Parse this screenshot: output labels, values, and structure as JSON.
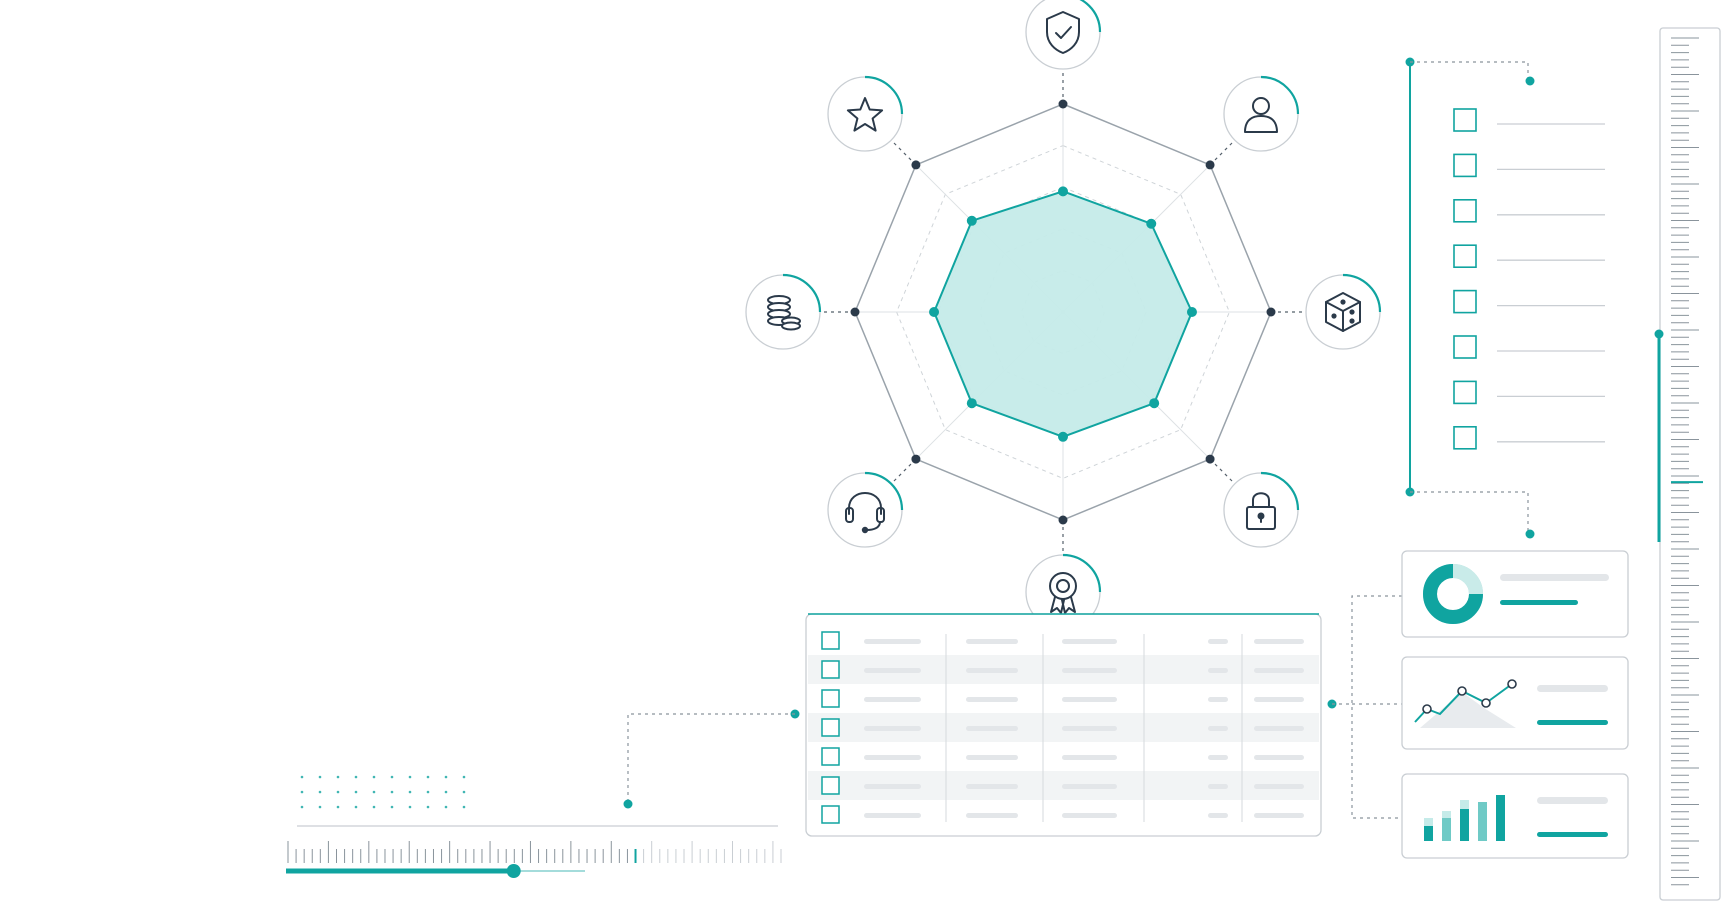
{
  "colors": {
    "teal": "#10a4a0",
    "teal_light": "#c5ebe9",
    "ink": "#2b3a4a",
    "grid": "#9aa3ab",
    "placeholder": "#e3e6e9"
  },
  "radar": {
    "axes": [
      {
        "icon": "shield-check-icon",
        "value": 0.58
      },
      {
        "icon": "user-icon",
        "value": 0.6
      },
      {
        "icon": "dice-icon",
        "value": 0.62
      },
      {
        "icon": "lock-icon",
        "value": 0.62
      },
      {
        "icon": "award-ribbon-icon",
        "value": 0.6
      },
      {
        "icon": "headset-icon",
        "value": 0.62
      },
      {
        "icon": "coins-stack-icon",
        "value": 0.62
      },
      {
        "icon": "star-icon",
        "value": 0.62
      }
    ],
    "rings": 5
  },
  "checklist": {
    "items": 8
  },
  "table": {
    "rows": 7,
    "columns": 6
  },
  "cards": [
    {
      "icon": "donut-chart-icon"
    },
    {
      "icon": "line-chart-icon"
    },
    {
      "icon": "bar-chart-icon"
    }
  ],
  "slider": {
    "value": 0.46
  },
  "ruler": {
    "position": 0.52
  }
}
